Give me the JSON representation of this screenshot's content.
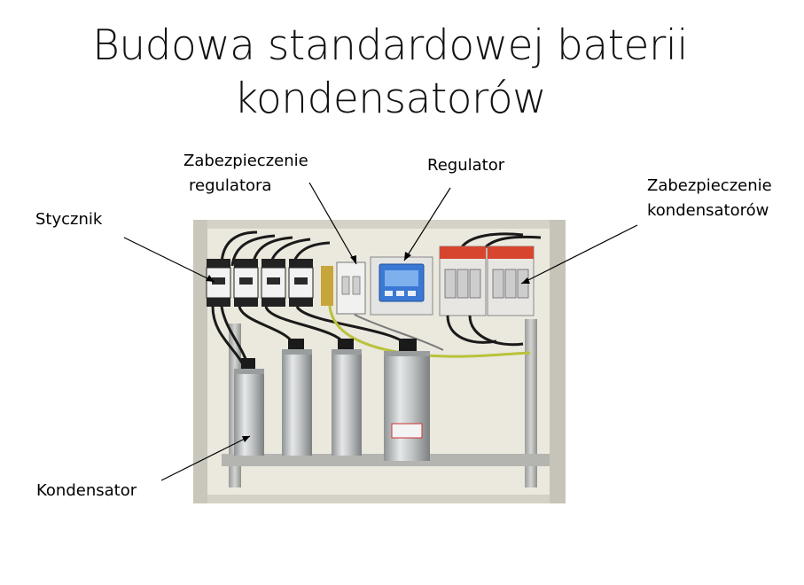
{
  "slide": {
    "title_line1": "Budowa standardowej baterii",
    "title_line2": "kondensatorów"
  },
  "labels": {
    "stycznik": "Stycznik",
    "zabezpieczenie_regulatora_line1": "Zabezpieczenie",
    "zabezpieczenie_regulatora_line2": "regulatora",
    "regulator": "Regulator",
    "zabezpieczenie_kondensatorow_line1": "Zabezpieczenie",
    "zabezpieczenie_kondensatorow_line2": "kondensatorów",
    "kondensator": "Kondensator"
  },
  "colors": {
    "cabinet": "#d9d6cc",
    "back_panel": "#ece9df",
    "capacitor": "#b9bcbd",
    "regulator_screen": "#3a78d4",
    "fuse_red": "#d8452f",
    "wire_black": "#1a1a1a",
    "wire_green_yellow": "#b9c23a"
  }
}
